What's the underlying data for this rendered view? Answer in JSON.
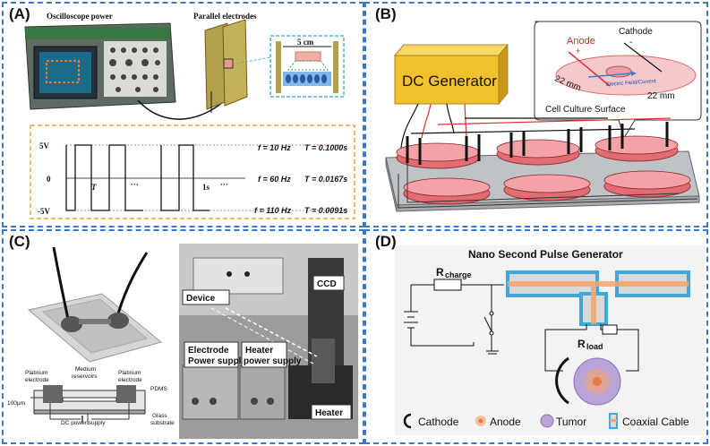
{
  "panels": {
    "A": {
      "label": "(A)",
      "oscilloscope_label": "Oscilloscope power",
      "electrodes_label": "Parallel electrodes",
      "inset_dim": "5 cm",
      "wave": {
        "y_ticks": [
          "5V",
          "0",
          "-5V"
        ],
        "period_mark": "T",
        "ellipsis": "···",
        "time_mark": "1s",
        "freqs": [
          {
            "f": "f = 10 Hz",
            "T": "T = 0.1000s"
          },
          {
            "f": "f = 60 Hz",
            "T": "T = 0.0167s"
          },
          {
            "f": "f = 110 Hz",
            "T": "T = 0.0091s"
          }
        ]
      }
    },
    "B": {
      "label": "(B)",
      "generator": "DC Generator",
      "anode": "Anode",
      "anode_sign": "+",
      "cathode": "Cathode",
      "cathode_sign": "-",
      "dim1": "22 mm",
      "dim2": "22 mm",
      "field_label": "Electric Field/Current",
      "surface_label": "Cell Culture Surface"
    },
    "C": {
      "label": "(C)",
      "platinum_left": "Platinum electrode",
      "medium": "Medium reservoirs",
      "platinum_right": "Platinum electrode",
      "pdms": "PDMS",
      "thickness": "100μm",
      "glass": "Glass substrate",
      "dc_supply": "DC power supply",
      "device": "Device",
      "ccd": "CCD",
      "electrode_supply": "Electrode Power supply",
      "heater_supply": "Heater power supply",
      "heater": "Heater"
    },
    "D": {
      "label": "(D)",
      "title": "Nano Second Pulse Generator",
      "r_charge_R": "R",
      "r_charge_sub": "charge",
      "r_load_R": "R",
      "r_load_sub": "load",
      "legend": [
        "Cathode",
        "Anode",
        "Tumor",
        "Coaxial Cable"
      ]
    }
  },
  "colors": {
    "panel_border": "#3a78c8",
    "wave_box_border": "#e8a04a",
    "dc_generator": "#f2c12e",
    "dish_red": "#e8636b",
    "coax_blue": "#3fa8d8",
    "coax_orange": "#f4a46a",
    "tumor": "#b9a4d8"
  }
}
